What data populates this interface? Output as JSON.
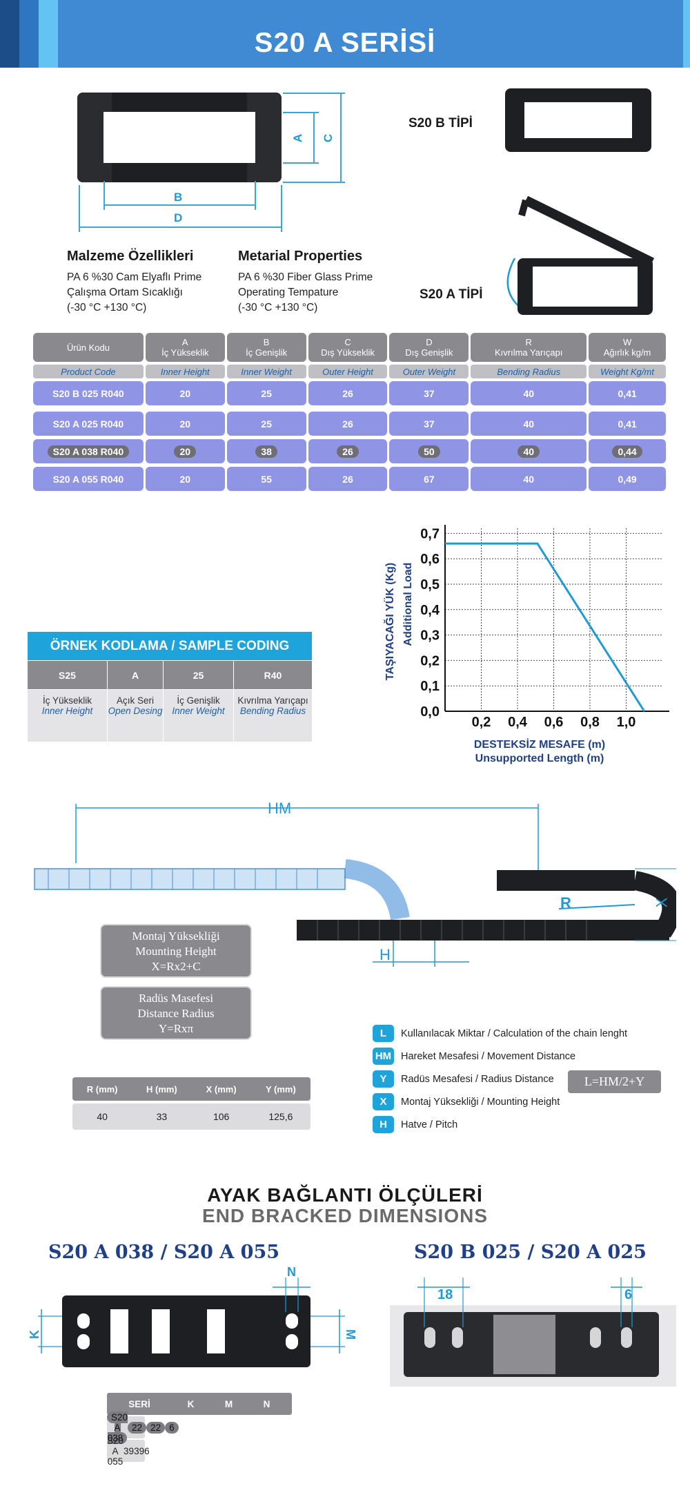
{
  "header": {
    "title": "S20 A SERİSİ"
  },
  "dims": {
    "a": "A",
    "b": "B",
    "c": "C",
    "d": "D"
  },
  "types": {
    "b": "S20 B TİPİ",
    "a": "S20 A TİPİ"
  },
  "material_tr": {
    "title": "Malzeme Özellikleri",
    "line1": "PA 6 %30 Cam Elyaflı Prime",
    "line2": "Çalışma Ortam Sıcaklığı",
    "line3": "(-30 °C +130 °C)"
  },
  "material_en": {
    "title": "Metarial Properties",
    "line1": "PA 6 %30 Fiber Glass Prime",
    "line2": "Operating Tempature",
    "line3": "(-30 °C +130 °C)"
  },
  "spec": {
    "head": [
      {
        "l1": "",
        "l2": "Ürün Kodu"
      },
      {
        "l1": "A",
        "l2": "İç Yükseklik"
      },
      {
        "l1": "B",
        "l2": "İç Genişlik"
      },
      {
        "l1": "C",
        "l2": "Dış Yükseklik"
      },
      {
        "l1": "D",
        "l2": "Dış Genişlik"
      },
      {
        "l1": "R",
        "l2": "Kıvrılma Yarıçapı"
      },
      {
        "l1": "W",
        "l2": "Ağırlık kg/m"
      }
    ],
    "sub": [
      "Product Code",
      "Inner Height",
      "Inner Weight",
      "Outer Height",
      "Outer Weight",
      "Bending Radius",
      "Weight Kg/mt"
    ],
    "rows": [
      [
        "S20 B 025 R040",
        "20",
        "25",
        "26",
        "37",
        "40",
        "0,41"
      ],
      [
        "S20 A 025 R040",
        "20",
        "25",
        "26",
        "37",
        "40",
        "0,41"
      ],
      [
        "S20 A 038 R040",
        "20",
        "38",
        "26",
        "50",
        "40",
        "0,44"
      ],
      [
        "S20 A 055 R040",
        "20",
        "55",
        "26",
        "67",
        "40",
        "0,49"
      ]
    ]
  },
  "coding": {
    "title": "ÖRNEK KODLAMA / SAMPLE CODING",
    "keys": [
      "S25",
      "A",
      "25",
      "R40"
    ],
    "tr": [
      "İç Yükseklik",
      "Açık Seri",
      "İç Genişlik",
      "Kıvrılma Yarıçapı"
    ],
    "en": [
      "Inner Height",
      "Open Desing",
      "Inner Weight",
      "Bending Radius"
    ]
  },
  "chart_data": {
    "type": "line",
    "ylabel_tr": "TAŞIYACAĞI YÜK (Kg)",
    "ylabel_en": "Additional Load",
    "xlabel_tr": "DESTEKSİZ MESAFE (m)",
    "xlabel_en": "Unsupported Length (m)",
    "xticks": [
      "0,2",
      "0,4",
      "0,6",
      "0,8",
      "1,0"
    ],
    "yticks": [
      "0,0",
      "0,1",
      "0,2",
      "0,3",
      "0,4",
      "0,5",
      "0,6",
      "0,7"
    ],
    "xlim": [
      0,
      1.2
    ],
    "ylim": [
      0,
      0.72
    ],
    "grid": true,
    "x": [
      0,
      0.51,
      1.1
    ],
    "y": [
      0.66,
      0.66,
      0.0
    ],
    "color": "#1f9ad6"
  },
  "assembly": {
    "hm": "HM",
    "h": "H",
    "r": "R",
    "x": "X",
    "mount": {
      "l1": "Montaj Yüksekliği",
      "l2": "Mounting Height",
      "l3": "X=Rx2+C"
    },
    "radius": {
      "l1": "Radüs Masefesi",
      "l2": "Distance Radius",
      "l3": "Y=Rxπ"
    },
    "rx_head": [
      "R (mm)",
      "H (mm)",
      "X (mm)",
      "Y (mm)"
    ],
    "rx_row": [
      "40",
      "33",
      "106",
      "125,6"
    ],
    "legend": [
      {
        "key": "L",
        "text": "Kullanılacak Miktar / Calculation of the chain lenght"
      },
      {
        "key": "HM",
        "text": "Hareket Mesafesi / Movement Distance"
      },
      {
        "key": "Y",
        "text": "Radüs Mesafesi / Radius Distance"
      },
      {
        "key": "X",
        "text": "Montaj Yüksekliği / Mounting Height"
      },
      {
        "key": "H",
        "text": "Hatve / Pitch"
      }
    ],
    "formula": "L=HM/2+Y"
  },
  "end_bracket": {
    "title_tr": "AYAK BAĞLANTI ÖLÇÜLERİ",
    "title_en": "END BRACKED DIMENSIONS",
    "left_title": "S20 A 038 / S20 A 055",
    "right_title": "S20 B 025 / S20 A 025",
    "n": "N",
    "k": "K",
    "m": "M",
    "d18": "18",
    "d6": "6",
    "table_head": [
      "SERİ",
      "K",
      "M",
      "N"
    ],
    "table_rows": [
      [
        "S20 A 038",
        "22",
        "22",
        "6"
      ],
      [
        "S20 A 055",
        "39",
        "39",
        "6"
      ]
    ]
  }
}
